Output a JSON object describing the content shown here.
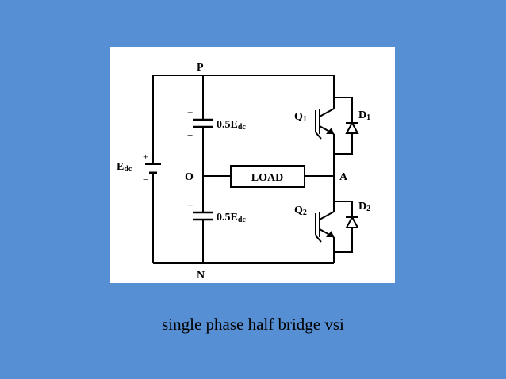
{
  "caption": "single phase half bridge vsi",
  "labels": {
    "p_node": "P",
    "n_node": "N",
    "o_node": "O",
    "a_node": "A",
    "source_main": "E",
    "source_sub": "dc",
    "cap_coef": "0.5E",
    "cap_sub": "dc",
    "load": "LOAD",
    "q1": "Q",
    "q1_sub": "1",
    "q2": "Q",
    "q2_sub": "2",
    "d1": "D",
    "d1_sub": "1",
    "d2": "D",
    "d2_sub": "2",
    "plus": "+",
    "minus": "−"
  },
  "colors": {
    "background": "#578fd4",
    "panel": "#ffffff",
    "ink": "#000000"
  }
}
